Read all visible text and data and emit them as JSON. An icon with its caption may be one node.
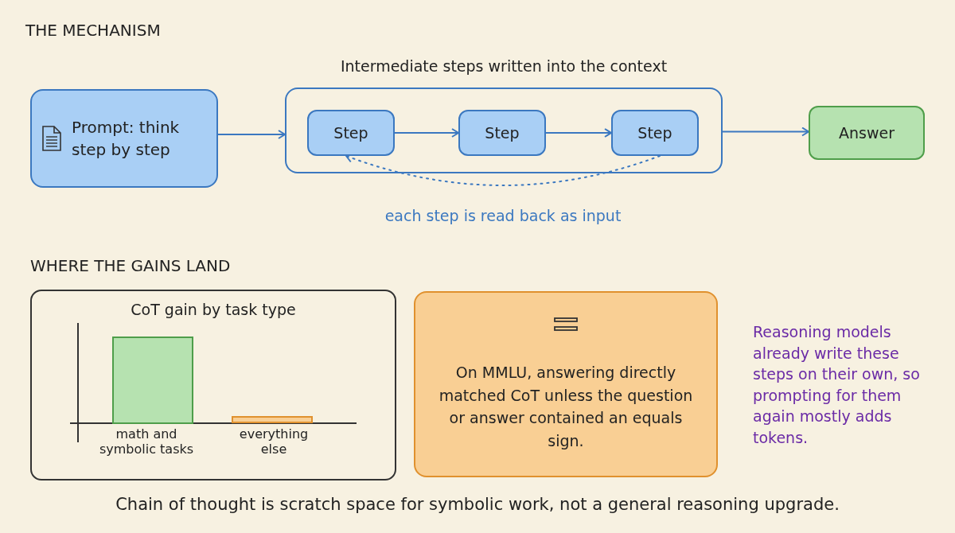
{
  "diagram": {
    "caption": "Chain of thought is scratch space for symbolic work, not a general reasoning upgrade.",
    "nodes": [
      {
        "text": [
          "Prompt: think step by step"
        ]
      },
      {
        "text": [
          "Intermediate steps written into the context"
        ]
      },
      {
        "text": [
          "Step"
        ],
        "in": 1
      },
      {
        "text": [
          "Step"
        ],
        "in": 1
      },
      {
        "text": [
          "Step"
        ],
        "in": 1
      },
      {
        "text": [
          "Answer"
        ]
      },
      {
        "text": [
          "CoT gain by task type"
        ]
      },
      {
        "text": [
          "On MMLU, answering directly matched CoT unless the question or answer contained an equals sign."
        ]
      }
    ],
    "edges": [
      {
        "from": 0,
        "to": 1,
        "arrow": "to"
      },
      {
        "from": 2,
        "to": 3,
        "arrow": "to"
      },
      {
        "from": 3,
        "to": 4,
        "arrow": "to"
      },
      {
        "from": 1,
        "to": 5,
        "arrow": "to"
      },
      {
        "from": 4,
        "to": 2,
        "arrow": "to",
        "style": "dashed",
        "label": "each step is read back as input"
      }
    ],
    "labels": [
      "THE MECHANISM",
      "WHERE THE GAINS LAND",
      "math and symbolic tasks",
      "everything else",
      "Reasoning models already write these steps on their own, so prompting for them again mostly adds tokens."
    ]
  }
}
